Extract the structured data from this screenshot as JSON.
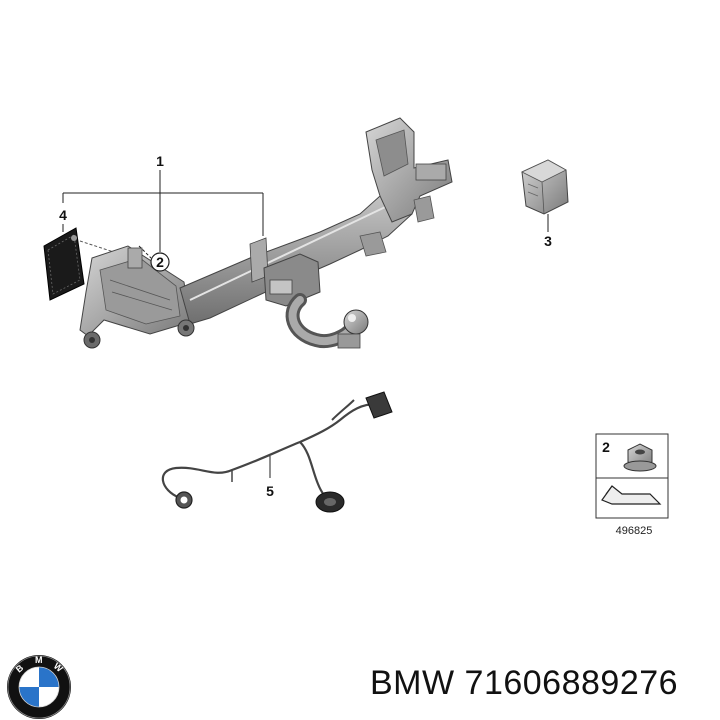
{
  "callouts": {
    "c1": "1",
    "c2": "2",
    "c3": "3",
    "c4": "4",
    "c5": "5"
  },
  "legend": {
    "index": "2",
    "part_number": "496825"
  },
  "footer": {
    "brand": "BMW",
    "part_number": "71606889276"
  },
  "logo": {
    "letters": "BMW",
    "colors": {
      "ring": "#111111",
      "blue": "#2a74c9",
      "white": "#ffffff"
    }
  },
  "icons": [
    "tow-bar-assembly",
    "control-module",
    "mounting-plate",
    "wiring-harness",
    "flange-nut-icon",
    "torque-wrench-icon",
    "bmw-logo"
  ]
}
